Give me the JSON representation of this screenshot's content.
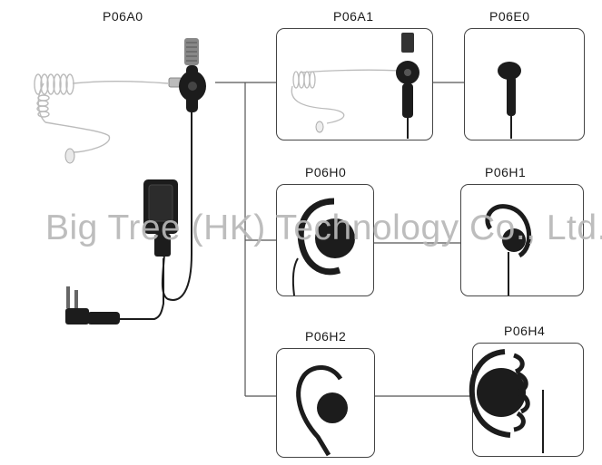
{
  "products": {
    "main": "P06A0",
    "a1": "P06A1",
    "e0": "P06E0",
    "h0": "P06H0",
    "h1": "P06H1",
    "h2": "P06H2",
    "h4": "P06H4"
  },
  "watermark": "Big Tree (HK) Technology Co., Ltd.",
  "colors": {
    "border": "#444444",
    "line": "#555555",
    "device": "#1c1c1c",
    "watermark": "#b8b8b8"
  },
  "icons": [
    "earpiece-icon",
    "acoustic-tube-icon",
    "ptt-microphone-icon",
    "radio-connector-icon",
    "d-shape-earhook-icon",
    "g-shape-earhook-icon",
    "earbud-icon"
  ]
}
